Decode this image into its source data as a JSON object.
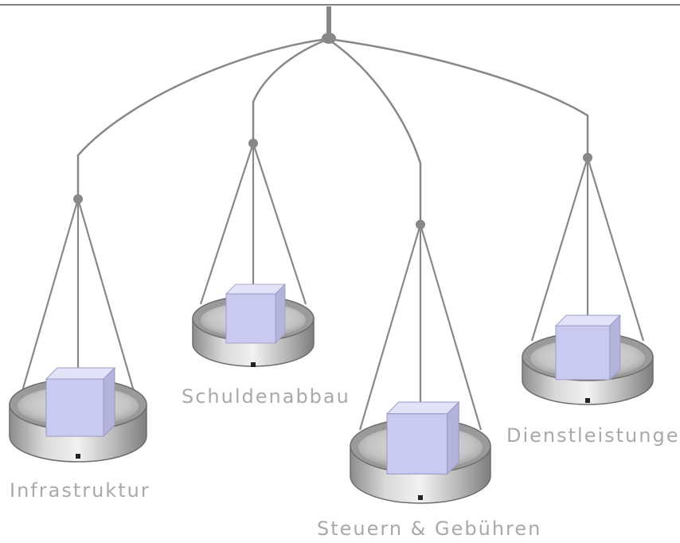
{
  "pans": [
    {
      "label": "Infrastruktur"
    },
    {
      "label": "Schuldenabbau"
    },
    {
      "label": "Steuern & Gebühren"
    },
    {
      "label": "Dienstleistungen"
    }
  ],
  "colors": {
    "line": "#888888",
    "pan_rim": "#7a7a7a",
    "pan_inner": "#c9c9c9",
    "cube_front": "#c9c9ee",
    "cube_top": "#e0e0f7",
    "cube_side": "#b0b0dc",
    "caption": "#a9a9a9"
  }
}
